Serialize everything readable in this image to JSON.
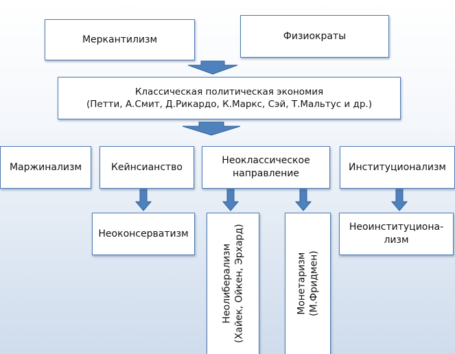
{
  "diagram": {
    "top": {
      "mercantilism": "Меркантилизм",
      "physiocrats": "Физиократы"
    },
    "classical": {
      "line1": "Классическая политическая экономия",
      "line2": "(Петти, А.Смит, Д.Рикардо, К.Маркс, Сэй, Т.Мальтус и др.)"
    },
    "schools": {
      "marginalism": "Маржинализм",
      "keynesianism": "Кейнсианство",
      "neoclassical_1": "Неоклассическое",
      "neoclassical_2": "направление",
      "institutionalism": "Институционализм"
    },
    "sub": {
      "neoconservatism": "Неоконсерватизм",
      "neoliberalism_1": "Неолиберализм",
      "neoliberalism_2": "(Хайек, Ойкен, Эрхард)",
      "monetarism_1": "Монетаризм",
      "monetarism_2": "(М.Фридмен)",
      "neoinstitutionalism_1": "Неоинституциона-",
      "neoinstitutionalism_2": "лизм"
    },
    "colors": {
      "arrow_fill": "#4f81bd",
      "arrow_stroke": "#2f5f96",
      "box_border": "#4a78b0"
    }
  }
}
